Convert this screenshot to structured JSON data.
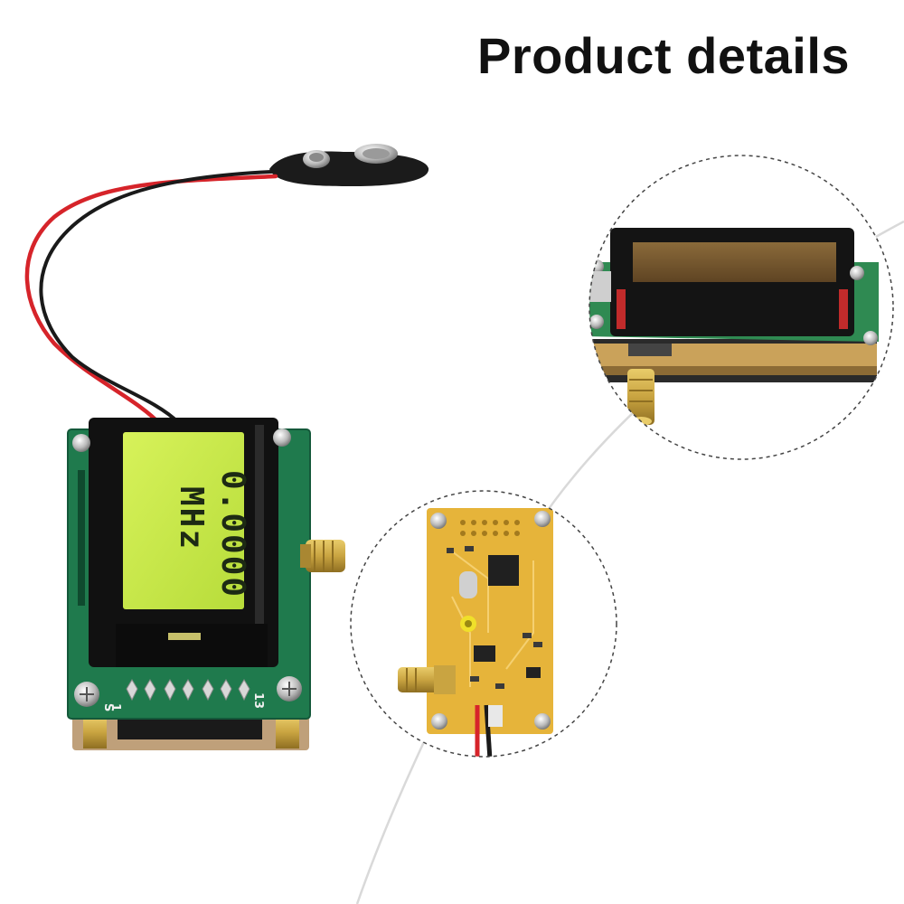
{
  "heading": "Product details",
  "lcd": {
    "line1": "0.0000",
    "line2": "MHz"
  },
  "pcb": {
    "pin_label_left": "S",
    "pin_label_left2": "1",
    "pin_label_right": "13"
  },
  "colors": {
    "background": "#ffffff",
    "pcb_green": "#1f7a4d",
    "pcb_yellow": "#e6b43a",
    "lcd_backlight": "#c4e84a",
    "wire_red": "#d6242a",
    "wire_black": "#1a1a1a",
    "brass": "#c9a441"
  }
}
